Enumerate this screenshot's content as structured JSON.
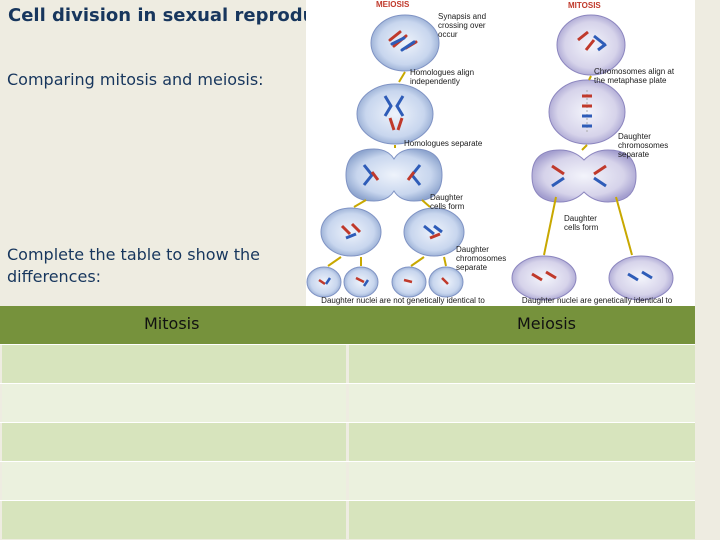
{
  "slide": {
    "title": "Cell division in sexual reproduction",
    "subtitle": "Comparing mitosis and meiosis:",
    "instruction_line1": "Complete the table to show the",
    "instruction_line2": "differences:"
  },
  "diagram": {
    "left_heading": "MEIOSIS",
    "right_heading": "MITOSIS",
    "labels": {
      "synapsis": "Synapsis and crossing over occur",
      "homologues_align": "Homologues align independently",
      "chromosomes_align": "Chromosomes align at the metaphase plate",
      "homologues_separate": "Homologues separate",
      "daughter_cells_form_left": "Daughter cells form",
      "daughter_chromosomes_separate_right": "Daughter chromosomes separate",
      "daughter_cells_form_right": "Daughter cells form",
      "daughter_chromosomes_separate_left": "Daughter chromosomes separate",
      "bottom_left": "Daughter nuclei are not genetically identical to parent cell",
      "bottom_right": "Daughter nuclei are genetically identical to parent cell"
    }
  },
  "table": {
    "headers": [
      "Mitosis",
      "Meiosis"
    ],
    "rows": [
      [
        "",
        ""
      ],
      [
        "",
        ""
      ],
      [
        "",
        ""
      ],
      [
        "",
        ""
      ],
      [
        "",
        ""
      ]
    ]
  }
}
